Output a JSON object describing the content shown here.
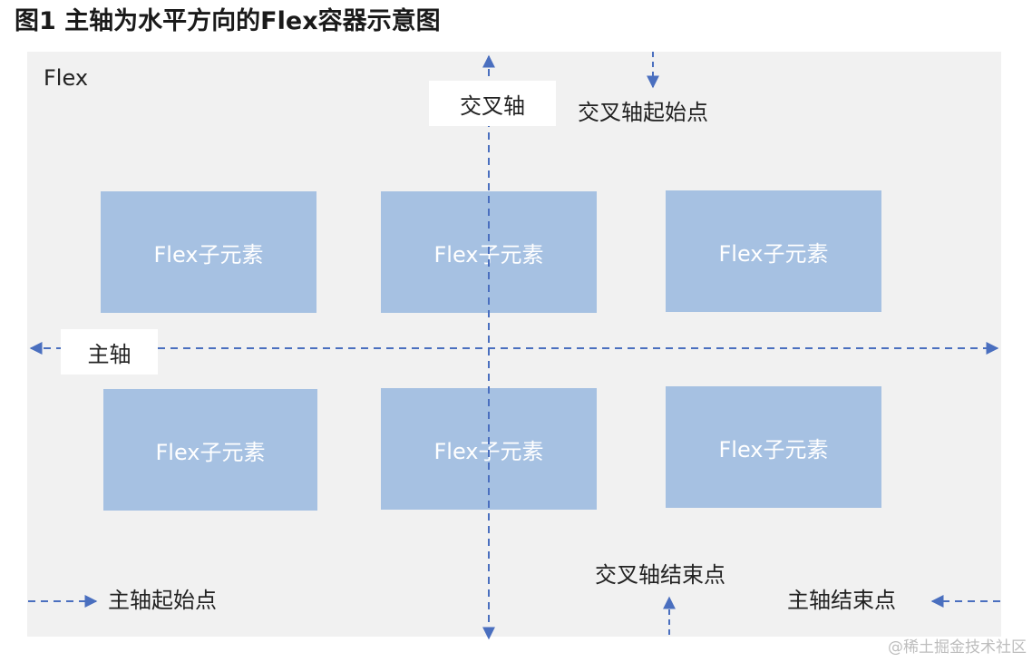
{
  "figure_title": "图1 主轴为水平方向的Flex容器示意图",
  "container": {
    "label": "Flex"
  },
  "flex_items": [
    "Flex子元素",
    "Flex子元素",
    "Flex子元素",
    "Flex子元素",
    "Flex子元素",
    "Flex子元素"
  ],
  "labels": {
    "cross_axis": "交叉轴",
    "cross_axis_start": "交叉轴起始点",
    "main_axis": "主轴",
    "main_axis_start": "主轴起始点",
    "cross_axis_end": "交叉轴结束点",
    "main_axis_end": "主轴结束点"
  },
  "colors": {
    "container_background": "#f1f1f1",
    "flex_item": "#a6c1e2",
    "axis_line": "#4a6fbf"
  },
  "watermark": "@稀土掘金技术社区"
}
